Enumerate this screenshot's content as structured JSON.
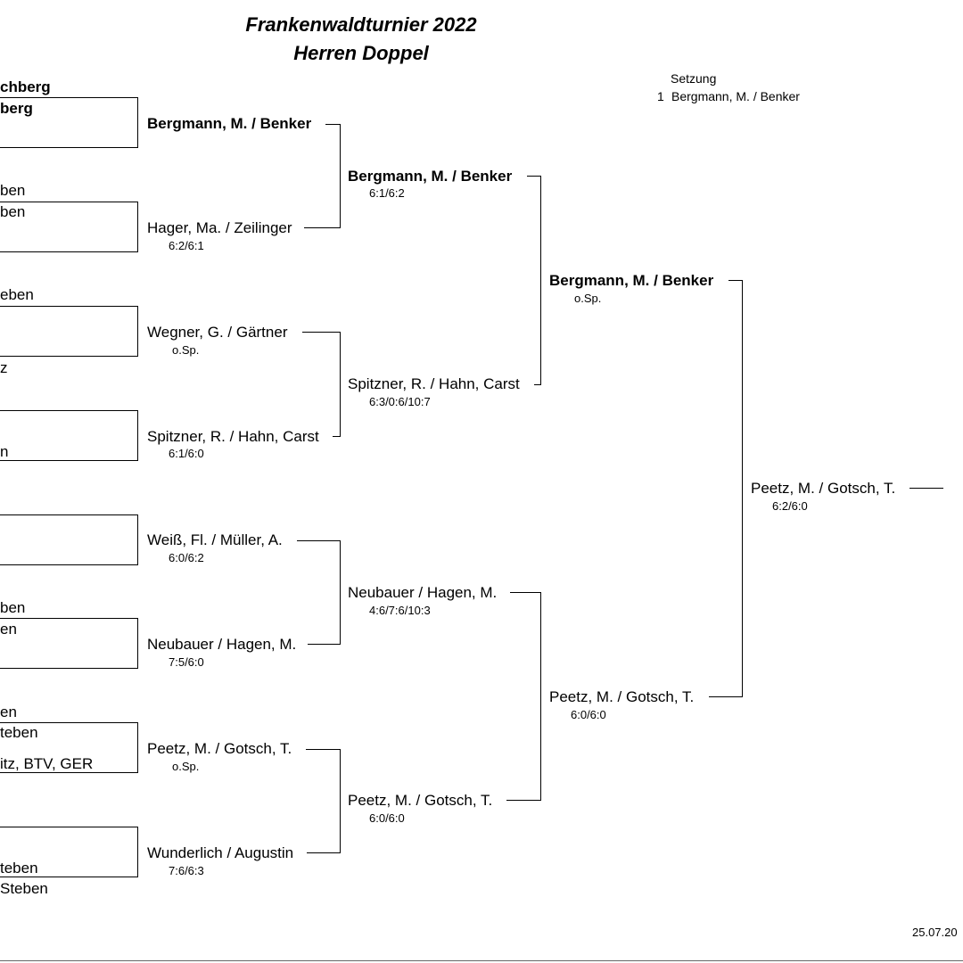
{
  "header": {
    "title_line1": "Frankenwaldturnier 2022",
    "title_line2": "Herren Doppel"
  },
  "seeding": {
    "label": "Setzung",
    "entries": [
      {
        "seed": "1",
        "name": "Bergmann, M. / Benker"
      }
    ]
  },
  "entry_fragments": [
    "chberg",
    "berg",
    "ben",
    "ben",
    "eben",
    "z",
    "n",
    "ben",
    "en",
    "en",
    "teben",
    "itz, BTV, GER",
    "teben",
    "Steben"
  ],
  "round1": [
    {
      "team": "Bergmann, M. / Benker",
      "score": "",
      "bold": true
    },
    {
      "team": "Hager, Ma. / Zeilinger",
      "score": "6:2/6:1",
      "bold": false
    },
    {
      "team": "Wegner, G. / Gärtner",
      "score": "o.Sp.",
      "bold": false
    },
    {
      "team": "Spitzner, R. / Hahn, Carst",
      "score": "6:1/6:0",
      "bold": false
    },
    {
      "team": "Weiß, Fl. / Müller, A.",
      "score": "6:0/6:2",
      "bold": false
    },
    {
      "team": "Neubauer / Hagen, M.",
      "score": "7:5/6:0",
      "bold": false
    },
    {
      "team": "Peetz, M. / Gotsch, T.",
      "score": "o.Sp.",
      "bold": false
    },
    {
      "team": "Wunderlich / Augustin",
      "score": "7:6/6:3",
      "bold": false
    }
  ],
  "round2": [
    {
      "team": "Bergmann, M. / Benker",
      "score": "6:1/6:2",
      "bold": true
    },
    {
      "team": "Spitzner, R. / Hahn, Carst",
      "score": "6:3/0:6/10:7",
      "bold": false
    },
    {
      "team": "Neubauer / Hagen, M.",
      "score": "4:6/7:6/10:3",
      "bold": false
    },
    {
      "team": "Peetz, M. / Gotsch, T.",
      "score": "6:0/6:0",
      "bold": false
    }
  ],
  "semifinal": [
    {
      "team": "Bergmann, M. / Benker",
      "score": "o.Sp.",
      "bold": true
    },
    {
      "team": "Peetz, M. / Gotsch, T.",
      "score": "6:0/6:0",
      "bold": false
    }
  ],
  "final": {
    "team": "Peetz, M. / Gotsch, T.",
    "score": "6:2/6:0"
  },
  "footer": {
    "date": "25.07.20"
  }
}
